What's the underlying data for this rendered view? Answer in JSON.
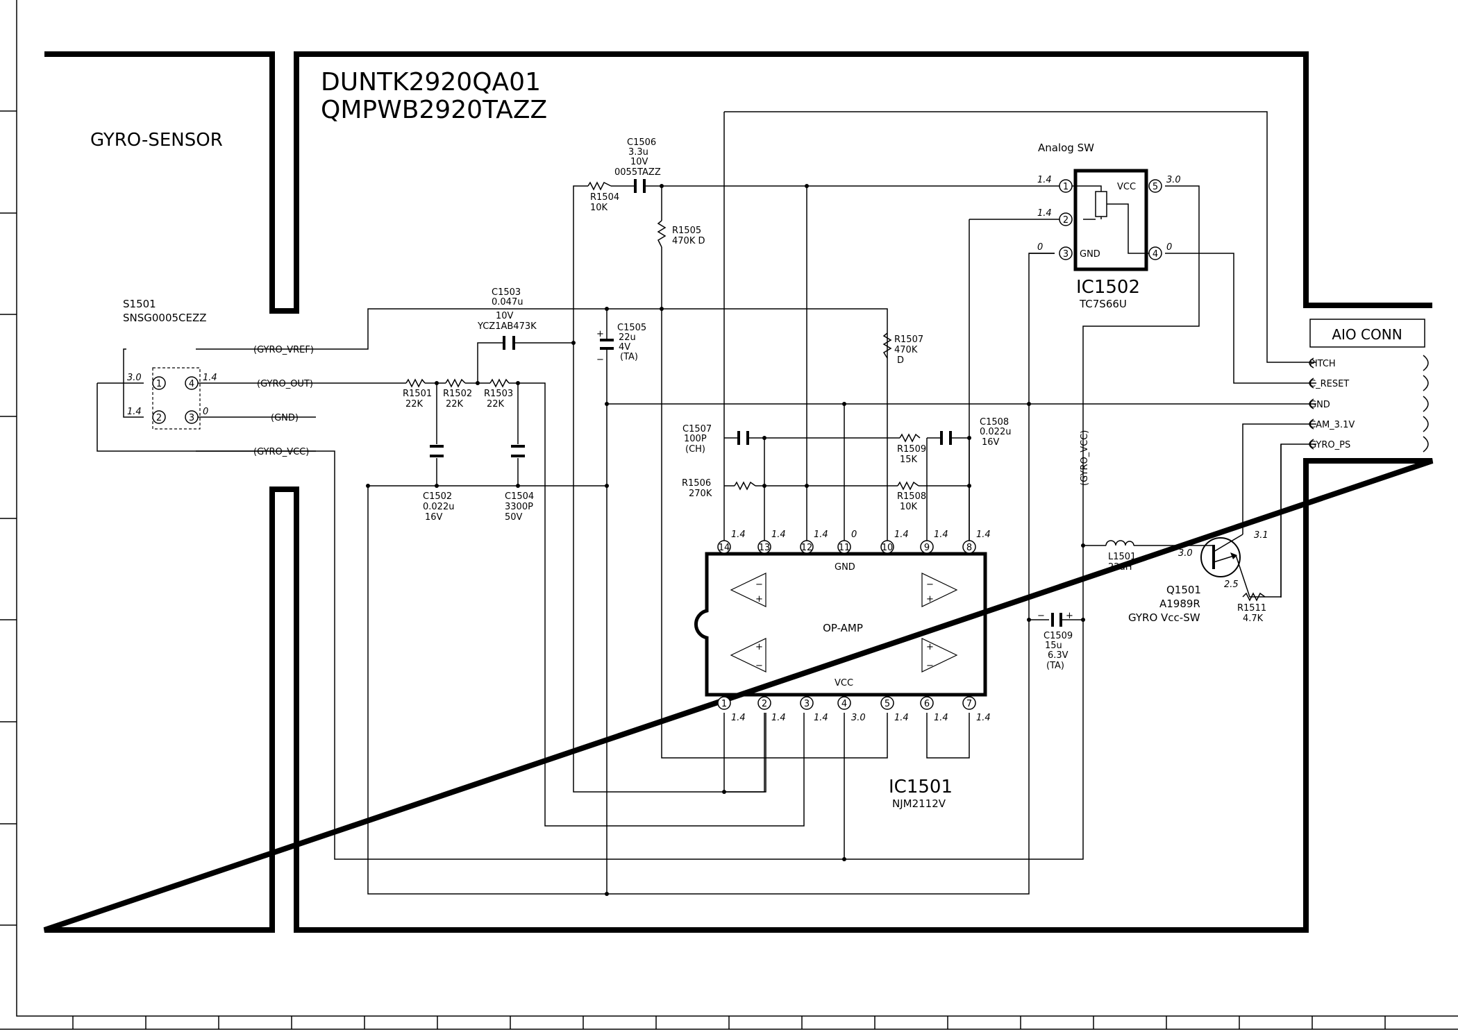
{
  "board": {
    "part1": "DUNTK2920QA01",
    "part2": "QMPWB2920TAZZ",
    "gyro_block_label": "GYRO-SENSOR",
    "conn_label": "AIO CONN"
  },
  "sensor": {
    "ref": "S1501",
    "part": "SNSG0005CEZZ",
    "pins": [
      "1",
      "4",
      "2",
      "3"
    ],
    "volts": [
      "3.0",
      "1.4",
      "1.4",
      "0"
    ]
  },
  "nets": {
    "vref": "(GYRO_VREF)",
    "out": "(GYRO_OUT)",
    "gnd": "(GND)",
    "vcc": "(GYRO_VCC)",
    "vcc_vert": "(GYRO_VCC)"
  },
  "conn_pins": [
    "PITCH",
    "C_RESET",
    "GND",
    "CAM_3.1V",
    "GYRO_PS"
  ],
  "components": {
    "c1501": [
      "R1501",
      "22K"
    ],
    "r1502": [
      "R1502",
      "22K"
    ],
    "r1503": [
      "R1503",
      "22K"
    ],
    "c1502": [
      "C1502",
      "0.022u",
      "16V"
    ],
    "c1504": [
      "C1504",
      "3300P",
      "50V"
    ],
    "c1503": [
      "C1503",
      "0.047u",
      "10V",
      "YCZ1AB473K"
    ],
    "c1505": [
      "C1505",
      "22u",
      "4V",
      "(TA)"
    ],
    "r1504": [
      "R1504",
      "10K"
    ],
    "c1506": [
      "C1506",
      "3.3u",
      "10V",
      "0055TAZZ"
    ],
    "r1505": [
      "R1505",
      "470K D"
    ],
    "r1507": [
      "R1507",
      "470K",
      "D"
    ],
    "c1507": [
      "C1507",
      "100P",
      "(CH)"
    ],
    "r1506": [
      "R1506",
      "270K"
    ],
    "r1509": [
      "R1509",
      "15K"
    ],
    "r1508": [
      "R1508",
      "10K"
    ],
    "c1508": [
      "C1508",
      "0.022u",
      "16V"
    ],
    "c1509": [
      "C1509",
      "15u",
      "6.3V",
      "(TA)"
    ],
    "l1501": [
      "L1501",
      "22uH"
    ],
    "q1501": [
      "Q1501",
      "A1989R",
      "GYRO Vcc-SW"
    ],
    "r1511": [
      "R1511",
      "4.7K"
    ]
  },
  "ic1502": {
    "ref": "IC1502",
    "part": "TC7S66U",
    "title": "Analog SW",
    "vcc": "VCC",
    "gnd": "GND",
    "pins": [
      "1",
      "2",
      "3",
      "5",
      "4"
    ],
    "volts": [
      "1.4",
      "1.4",
      "0",
      "3.0",
      "0"
    ]
  },
  "ic1501": {
    "ref": "IC1501",
    "part": "NJM2112V",
    "name": "OP-AMP",
    "gnd": "GND",
    "vcc": "VCC",
    "top_pins": [
      "14",
      "13",
      "12",
      "11",
      "10",
      "9",
      "8"
    ],
    "top_volts": [
      "1.4",
      "1.4",
      "1.4",
      "0",
      "1.4",
      "1.4",
      "1.4"
    ],
    "bot_pins": [
      "1",
      "2",
      "3",
      "4",
      "5",
      "6",
      "7"
    ],
    "bot_volts": [
      "1.4",
      "1.4",
      "1.4",
      "3.0",
      "1.4",
      "1.4",
      "1.4"
    ]
  },
  "q_volts": [
    "3.0",
    "3.1",
    "2.5"
  ]
}
